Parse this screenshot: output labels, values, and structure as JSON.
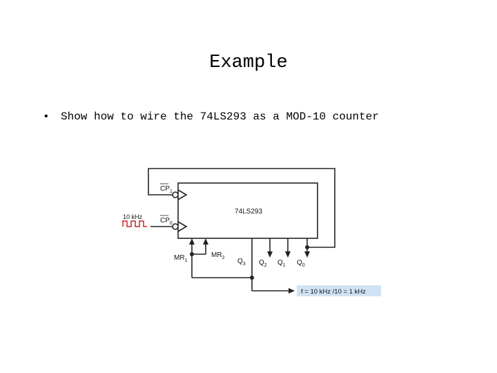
{
  "slide": {
    "title": "Example",
    "bullet": "Show how to wire the 74LS293 as a MOD-10 counter"
  },
  "diagram": {
    "chip_name": "74LS293",
    "clock_label": "10 kHz",
    "pin_cp1": "CP",
    "pin_cp1_sub": "1",
    "pin_cp0": "CP",
    "pin_cp0_sub": "0",
    "pin_mr1": "MR",
    "pin_mr1_sub": "1",
    "pin_mr2": "MR",
    "pin_mr2_sub": "2",
    "pin_q3": "Q",
    "pin_q3_sub": "3",
    "pin_q2": "Q",
    "pin_q2_sub": "2",
    "pin_q1": "Q",
    "pin_q1_sub": "1",
    "pin_q0": "Q",
    "pin_q0_sub": "0",
    "output_label": "f = 10 kHz /10 = 1 kHz",
    "output_label_bg": "#cfe3f5",
    "clock_color": "#cc2222"
  }
}
